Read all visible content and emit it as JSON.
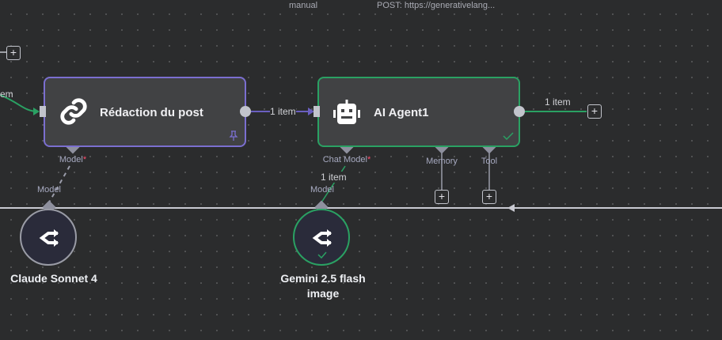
{
  "top_labels": {
    "left": "manual",
    "right": "POST: https://generativelang..."
  },
  "edge_left_label": "em",
  "nodes": {
    "redaction": {
      "title": "Rédaction du post",
      "icon": "link-icon",
      "status": "pinned",
      "border_color": "#7b6fd0",
      "model_label": "Model"
    },
    "agent": {
      "title": "AI Agent1",
      "icon": "robot-icon",
      "status": "success",
      "border_color": "#2aa163",
      "chat_model_label": "Chat Model",
      "memory_label": "Memory",
      "tool_label": "Tool"
    }
  },
  "connections": {
    "redaction_to_agent": "1 item",
    "agent_output": "1 item",
    "gemini_to_agent": "1 item"
  },
  "sub_nodes": [
    {
      "name": "Claude Sonnet 4",
      "port_label": "Model",
      "status": "idle"
    },
    {
      "name_line1": "Gemini 2.5 flash",
      "name_line2": "image",
      "port_label": "Model",
      "status": "success"
    }
  ],
  "required_marker": "*",
  "plus": "+"
}
